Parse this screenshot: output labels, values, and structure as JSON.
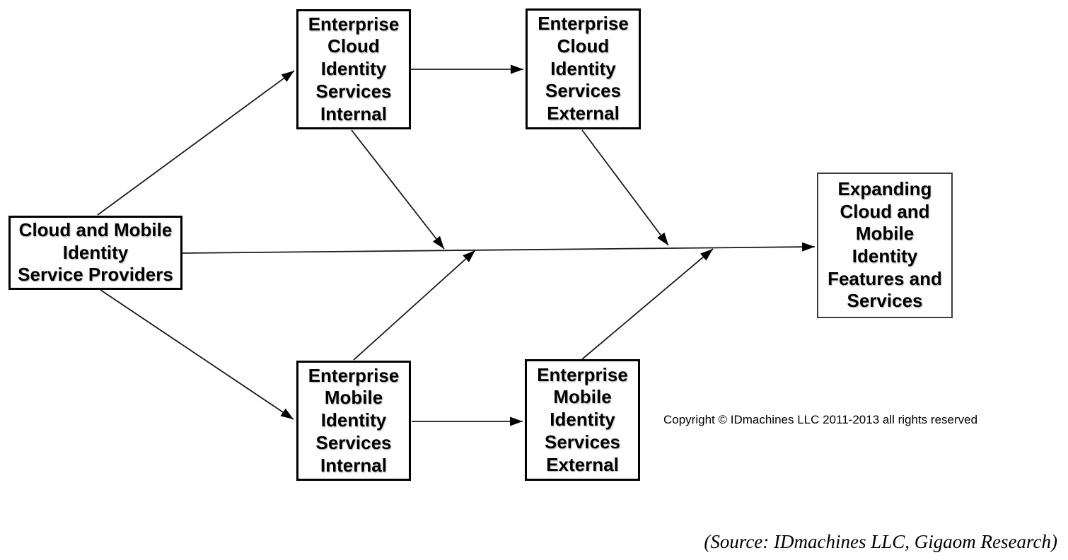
{
  "diagram": {
    "title_implicit": "Cloud and Mobile Identity Services flow",
    "nodes": [
      {
        "id": "providers",
        "label": "Cloud and Mobile\nIdentity\nService Providers"
      },
      {
        "id": "enterprise-cloud-internal",
        "label": "Enterprise\nCloud\nIdentity\nServices\nInternal"
      },
      {
        "id": "enterprise-cloud-external",
        "label": "Enterprise\nCloud\nIdentity\nServices\nExternal"
      },
      {
        "id": "enterprise-mobile-internal",
        "label": "Enterprise\nMobile\nIdentity\nServices\nInternal"
      },
      {
        "id": "enterprise-mobile-external",
        "label": "Enterprise\nMobile\nIdentity\nServices\nExternal"
      },
      {
        "id": "expanding-features",
        "label": "Expanding\nCloud and\nMobile\nIdentity\nFeatures and\nServices"
      }
    ],
    "edges": [
      {
        "from": "providers",
        "to": "enterprise-cloud-internal"
      },
      {
        "from": "providers",
        "to": "enterprise-mobile-internal"
      },
      {
        "from": "providers",
        "to": "expanding-features",
        "note": "main horizontal flow line"
      },
      {
        "from": "enterprise-cloud-internal",
        "to": "enterprise-cloud-external"
      },
      {
        "from": "enterprise-cloud-internal",
        "to": "main-flow"
      },
      {
        "from": "enterprise-mobile-internal",
        "to": "main-flow"
      },
      {
        "from": "enterprise-mobile-internal",
        "to": "enterprise-mobile-external"
      },
      {
        "from": "enterprise-cloud-external",
        "to": "main-flow"
      },
      {
        "from": "enterprise-mobile-external",
        "to": "main-flow"
      }
    ],
    "colors": {
      "background": "#ffffff",
      "box_fill": "#ffffff",
      "box_border": "#000000",
      "line": "#1a1a1a",
      "text": "#000000"
    }
  },
  "footer": {
    "copyright": "Copyright © IDmachines LLC 2011-2013 all rights reserved",
    "source": "(Source: IDmachines LLC, Gigaom Research)"
  }
}
